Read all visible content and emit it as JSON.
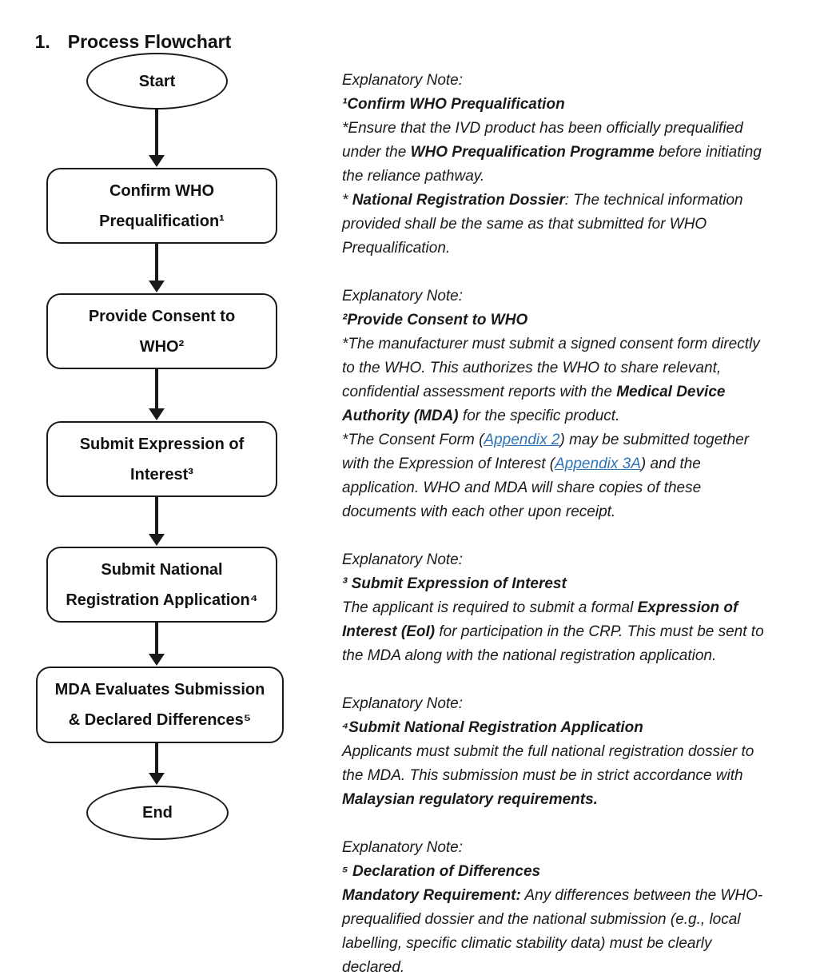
{
  "page": {
    "title_number": "1.",
    "title_text": "Process Flowchart"
  },
  "colors": {
    "text": "#1a1a1a",
    "node_border": "#1a1a1a",
    "link_blue": "#2E74B5",
    "background": "#ffffff"
  },
  "flowchart": {
    "nodes": [
      {
        "id": "start",
        "shape": "ellipse",
        "label": "Start"
      },
      {
        "id": "confirm-who-prequalification",
        "shape": "box",
        "label": "Confirm WHO\nPrequalification¹"
      },
      {
        "id": "provide-consent-to-who",
        "shape": "box",
        "label": "Provide Consent to\nWHO²"
      },
      {
        "id": "submit-expression-of-interest",
        "shape": "box",
        "label": "Submit Expression of\nInterest³"
      },
      {
        "id": "submit-national-registration-application",
        "shape": "box",
        "label": "Submit National\nRegistration Application⁴"
      },
      {
        "id": "mda-evaluates-submission",
        "shape": "box",
        "label": "MDA Evaluates Submission\n& Declared Differences⁵"
      },
      {
        "id": "end",
        "shape": "ellipse",
        "label": "End"
      }
    ]
  },
  "notes": [
    {
      "lines": [
        [
          {
            "t": "Explanatory Note:"
          }
        ],
        [
          {
            "t": "¹Confirm WHO Prequalification",
            "b": true
          }
        ],
        [
          {
            "t": "*Ensure that the IVD product has been officially prequalified"
          }
        ],
        [
          {
            "t": "under the "
          },
          {
            "t": "WHO Prequalification Programme",
            "b": true
          },
          {
            "t": " before initiating"
          }
        ],
        [
          {
            "t": "the reliance pathway."
          }
        ],
        [
          {
            "t": "* "
          },
          {
            "t": "National Registration Dossier",
            "b": true
          },
          {
            "t": ": The technical information"
          }
        ],
        [
          {
            "t": "provided shall be the same as that submitted for WHO"
          }
        ],
        [
          {
            "t": "Prequalification."
          }
        ]
      ]
    },
    {
      "lines": [
        [
          {
            "t": "Explanatory Note:"
          }
        ],
        [
          {
            "t": "²Provide Consent to WHO",
            "b": true
          }
        ],
        [
          {
            "t": "*The manufacturer must submit a signed consent form directly"
          }
        ],
        [
          {
            "t": "to the WHO. This authorizes the WHO to share relevant,"
          }
        ],
        [
          {
            "t": "confidential assessment reports with the "
          },
          {
            "t": "Medical Device",
            "b": true
          }
        ],
        [
          {
            "t": "Authority (MDA)",
            "b": true
          },
          {
            "t": " for the specific product."
          }
        ],
        [
          {
            "t": "*The Consent Form ("
          },
          {
            "t": "Appendix 2",
            "link": true
          },
          {
            "t": ") may be submitted together"
          }
        ],
        [
          {
            "t": "with the Expression of Interest ("
          },
          {
            "t": "Appendix 3A",
            "link": true
          },
          {
            "t": ") and the"
          }
        ],
        [
          {
            "t": "application. WHO and MDA will share copies of these"
          }
        ],
        [
          {
            "t": "documents with each other upon receipt."
          }
        ]
      ]
    },
    {
      "lines": [
        [
          {
            "t": "Explanatory Note:"
          }
        ],
        [
          {
            "t": "³ Submit Expression of Interest",
            "b": true
          }
        ],
        [
          {
            "t": "The applicant is required to submit a formal "
          },
          {
            "t": "Expression of",
            "b": true
          }
        ],
        [
          {
            "t": "Interest (EoI)",
            "b": true
          },
          {
            "t": " for participation in the CRP. This must be sent to"
          }
        ],
        [
          {
            "t": "the MDA along with the national registration application."
          }
        ]
      ]
    },
    {
      "lines": [
        [
          {
            "t": "Explanatory Note:"
          }
        ],
        [
          {
            "t": "⁴Submit National Registration Application",
            "b": true
          }
        ],
        [
          {
            "t": "Applicants must submit the full national registration dossier to"
          }
        ],
        [
          {
            "t": "the MDA. This submission must be in strict accordance with"
          }
        ],
        [
          {
            "t": "Malaysian regulatory requirements.",
            "b": true
          }
        ]
      ]
    },
    {
      "lines": [
        [
          {
            "t": "Explanatory Note:"
          }
        ],
        [
          {
            "t": "⁵ Declaration of Differences",
            "b": true
          }
        ],
        [
          {
            "t": "Mandatory Requirement:",
            "b": true
          },
          {
            "t": " Any differences between the WHO-"
          }
        ],
        [
          {
            "t": "prequalified dossier and the national submission (e.g., local"
          }
        ],
        [
          {
            "t": "labelling, specific climatic stability data) must be clearly"
          }
        ],
        [
          {
            "t": "declared."
          }
        ]
      ]
    }
  ]
}
